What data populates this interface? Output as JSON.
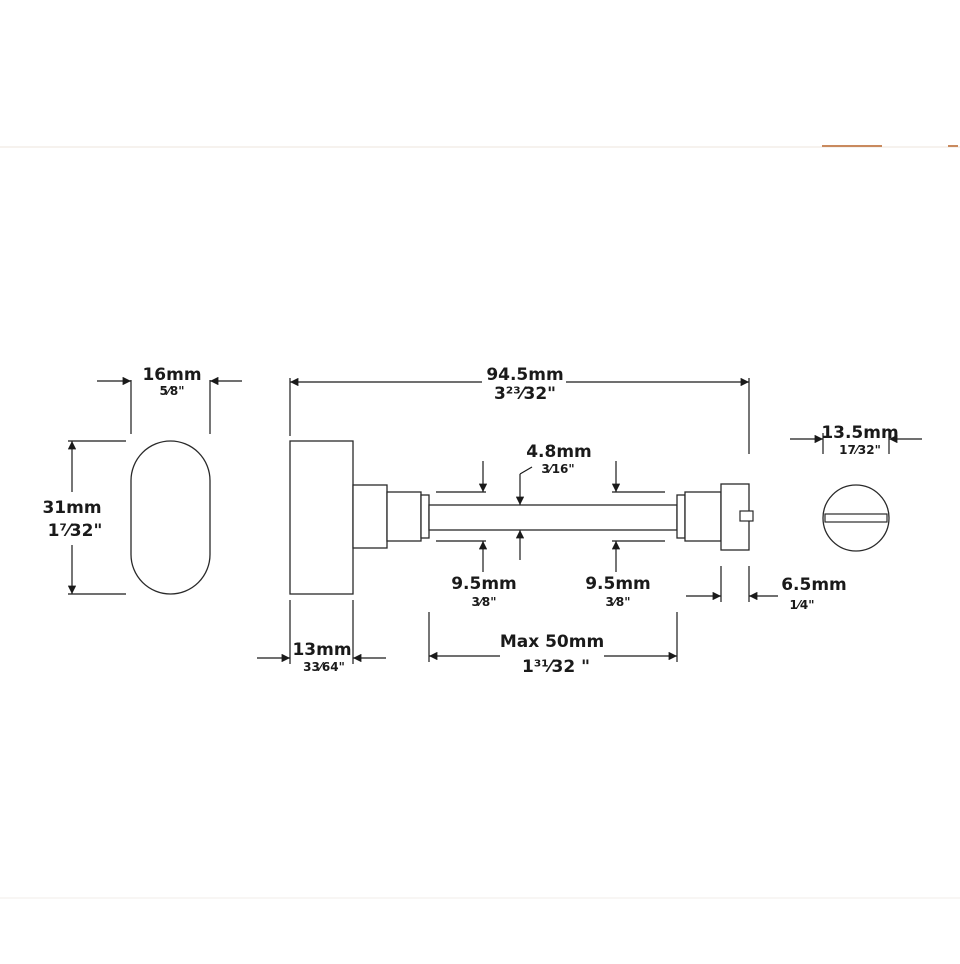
{
  "colors": {
    "background": "#ffffff",
    "line": "#1a1a1a",
    "accent": "#c98a5e",
    "rule": "#e9e3da"
  },
  "dimensions": {
    "escutcheon_width": {
      "mm": "16mm",
      "in": "5⁄8\""
    },
    "escutcheon_height": {
      "mm": "31mm",
      "in": "1⁷⁄32\""
    },
    "overall_length": {
      "mm": "94.5mm",
      "in": "3²³⁄32\""
    },
    "spindle_diameter": {
      "mm": "4.8mm",
      "in": "3⁄16\""
    },
    "collar_left": {
      "mm": "9.5mm",
      "in": "3⁄8\""
    },
    "collar_right": {
      "mm": "9.5mm",
      "in": "3⁄8\""
    },
    "screw_head_length": {
      "mm": "6.5mm",
      "in": "1⁄4\""
    },
    "knob_length": {
      "mm": "13mm",
      "in": "33⁄64\""
    },
    "max_door": {
      "mm": "Max 50mm",
      "in": "1³¹⁄32 \""
    },
    "screw_head_diameter": {
      "mm": "13.5mm",
      "in": "17⁄32\""
    }
  }
}
